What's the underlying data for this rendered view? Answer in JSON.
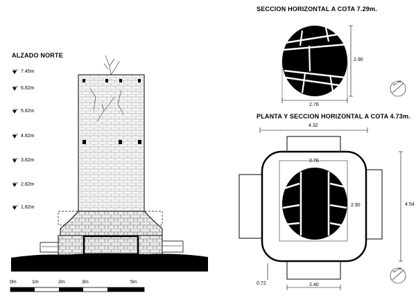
{
  "titles": {
    "alzado": "ALZADO  NORTE",
    "seccion": "SECCION HORIZONTAL A COTA 7.29m.",
    "planta": "PLANTA Y SECCION HORIZONTAL A COTA 4.73m."
  },
  "levels": [
    "7.45m",
    "6.82m",
    "5.82m",
    "4.82m",
    "3.82m",
    "2.82m",
    "1.82m"
  ],
  "section_dims": {
    "height": "2.90",
    "width": "2.76"
  },
  "plan_dims": {
    "overall_width": "4.32",
    "inner_width": "2.76",
    "inner_height": "2.90",
    "overall_height": "4.54",
    "corner": "0.72",
    "bottom_width": "2.40"
  },
  "scale": [
    "0m",
    "1m",
    "2m",
    "3m",
    "5m"
  ],
  "north_label": "Nm Mg"
}
